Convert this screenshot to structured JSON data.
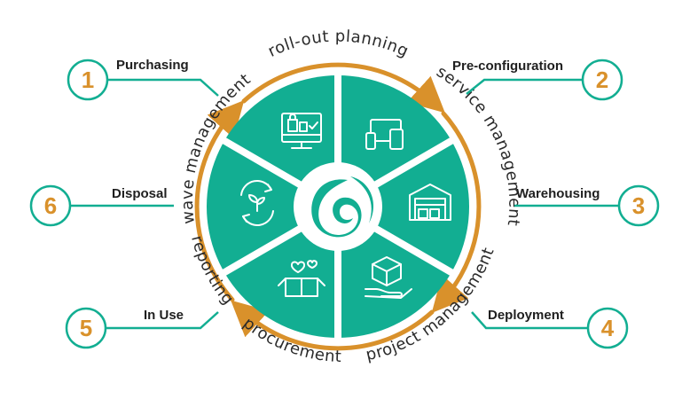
{
  "colors": {
    "teal": "#12ae92",
    "orange": "#d9912b",
    "text": "#1f1f1f",
    "white": "#ffffff"
  },
  "stages": [
    {
      "number": "1",
      "label": "Purchasing"
    },
    {
      "number": "2",
      "label": "Pre-configuration"
    },
    {
      "number": "3",
      "label": "Warehousing"
    },
    {
      "number": "4",
      "label": "Deployment"
    },
    {
      "number": "5",
      "label": "In Use"
    },
    {
      "number": "6",
      "label": "Disposal"
    }
  ],
  "ring_labels": {
    "top": "roll-out planning",
    "top_right": "service management",
    "bottom_right": "project management",
    "bottom": "procurement",
    "bottom_left": "reporting",
    "top_left": "wave management"
  },
  "segment_icons": [
    {
      "name": "shopping-monitor-icon"
    },
    {
      "name": "devices-icon"
    },
    {
      "name": "warehouse-icon"
    },
    {
      "name": "box-in-hand-icon"
    },
    {
      "name": "open-box-hearts-icon"
    },
    {
      "name": "recycle-leaf-icon"
    }
  ],
  "center_logo": {
    "name": "swirl-logo-icon"
  }
}
